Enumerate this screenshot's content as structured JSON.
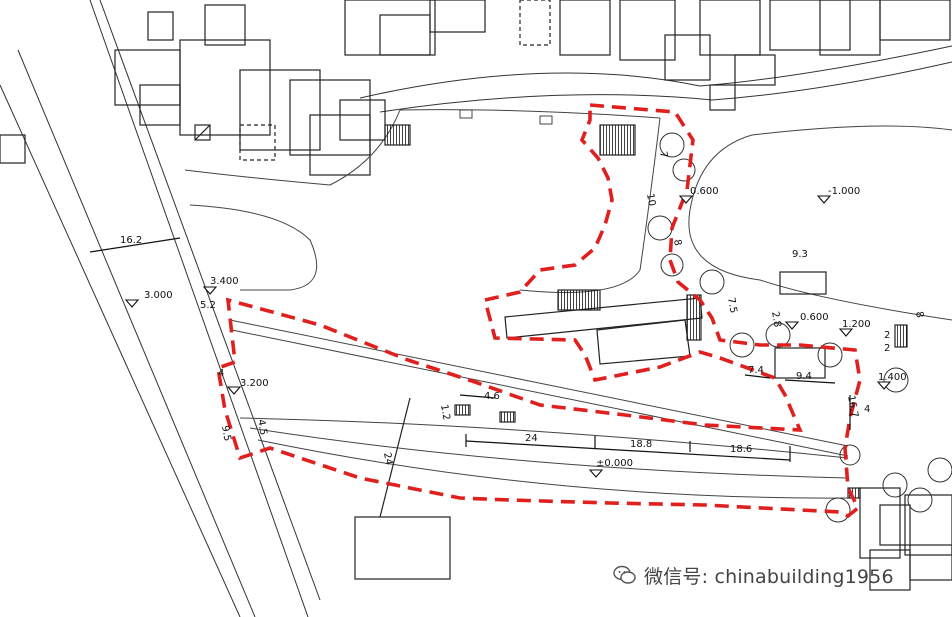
{
  "plan": {
    "elevations": {
      "road_top": "3.400",
      "road_left": "3.000",
      "road_mid": "3.200",
      "plaza_base": "±0.000",
      "right_a": "0.600",
      "right_b": "-1.000",
      "right_c": "0.600",
      "right_d": "1.200",
      "right_e": "1.400"
    },
    "dimensions": {
      "road_width": "16.2",
      "d_5_2": "5.2",
      "d_4": "4",
      "d_4_5": "4.5",
      "d_9_5": "9.5",
      "d_4_6": "4.6",
      "d_1_2": "1.2",
      "d_24_h": "24",
      "d_18_8": "18.8",
      "d_18_6": "18.6",
      "d_24_v": "24",
      "d_7": "7",
      "d_10": "10",
      "d_8_a": "8",
      "d_7_5": "7.5",
      "d_2_8": "2.8",
      "d_9_3": "9.3",
      "d_7_4": "7.4",
      "d_9_4": "9.4",
      "d_16_7": "16.7",
      "d_4_b": "4",
      "d_2_a": "2",
      "d_2_b": "2",
      "d_8_b": "8"
    }
  },
  "watermark": {
    "text": "微信号: chinabuilding1956"
  }
}
